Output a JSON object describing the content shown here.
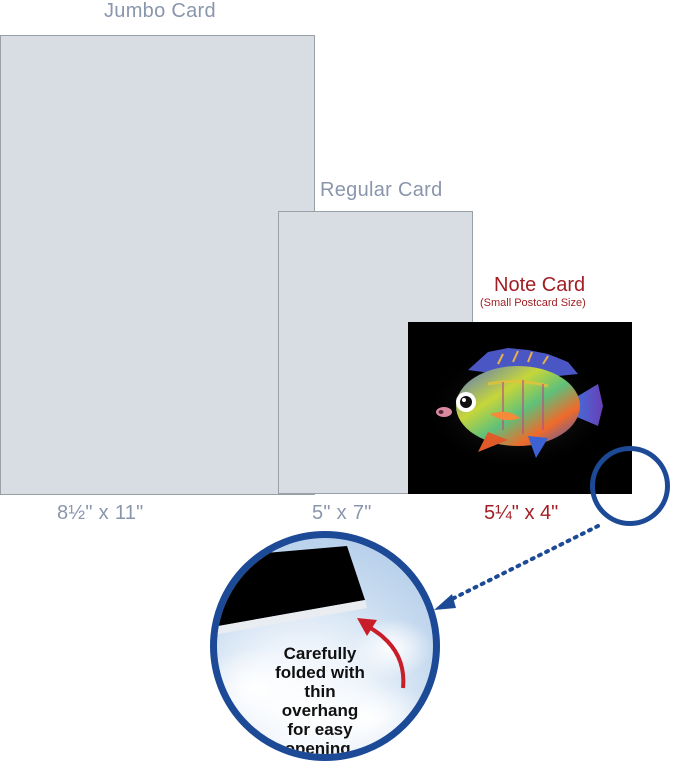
{
  "cards": {
    "jumbo": {
      "name": "Jumbo Card",
      "size": "8½\" x 11\""
    },
    "regular": {
      "name": "Regular Card",
      "size": "5\" x 7\""
    },
    "note": {
      "name": "Note Card",
      "subtitle": "(Small Postcard Size)",
      "size": "5¼\" x 4\""
    }
  },
  "zoom": {
    "caption_lines": [
      "Carefully",
      "folded with",
      "thin overhang",
      "for easy",
      "opening."
    ]
  },
  "colors": {
    "gray_label": "#8a96ac",
    "red_label": "#a11f24",
    "zoom_ring": "#1c4a96",
    "card_fill": "#d8dde3"
  },
  "icons": [
    "fish-illustration",
    "curved-arrow-icon",
    "dotted-arrow-icon",
    "cloud-sky-background"
  ]
}
